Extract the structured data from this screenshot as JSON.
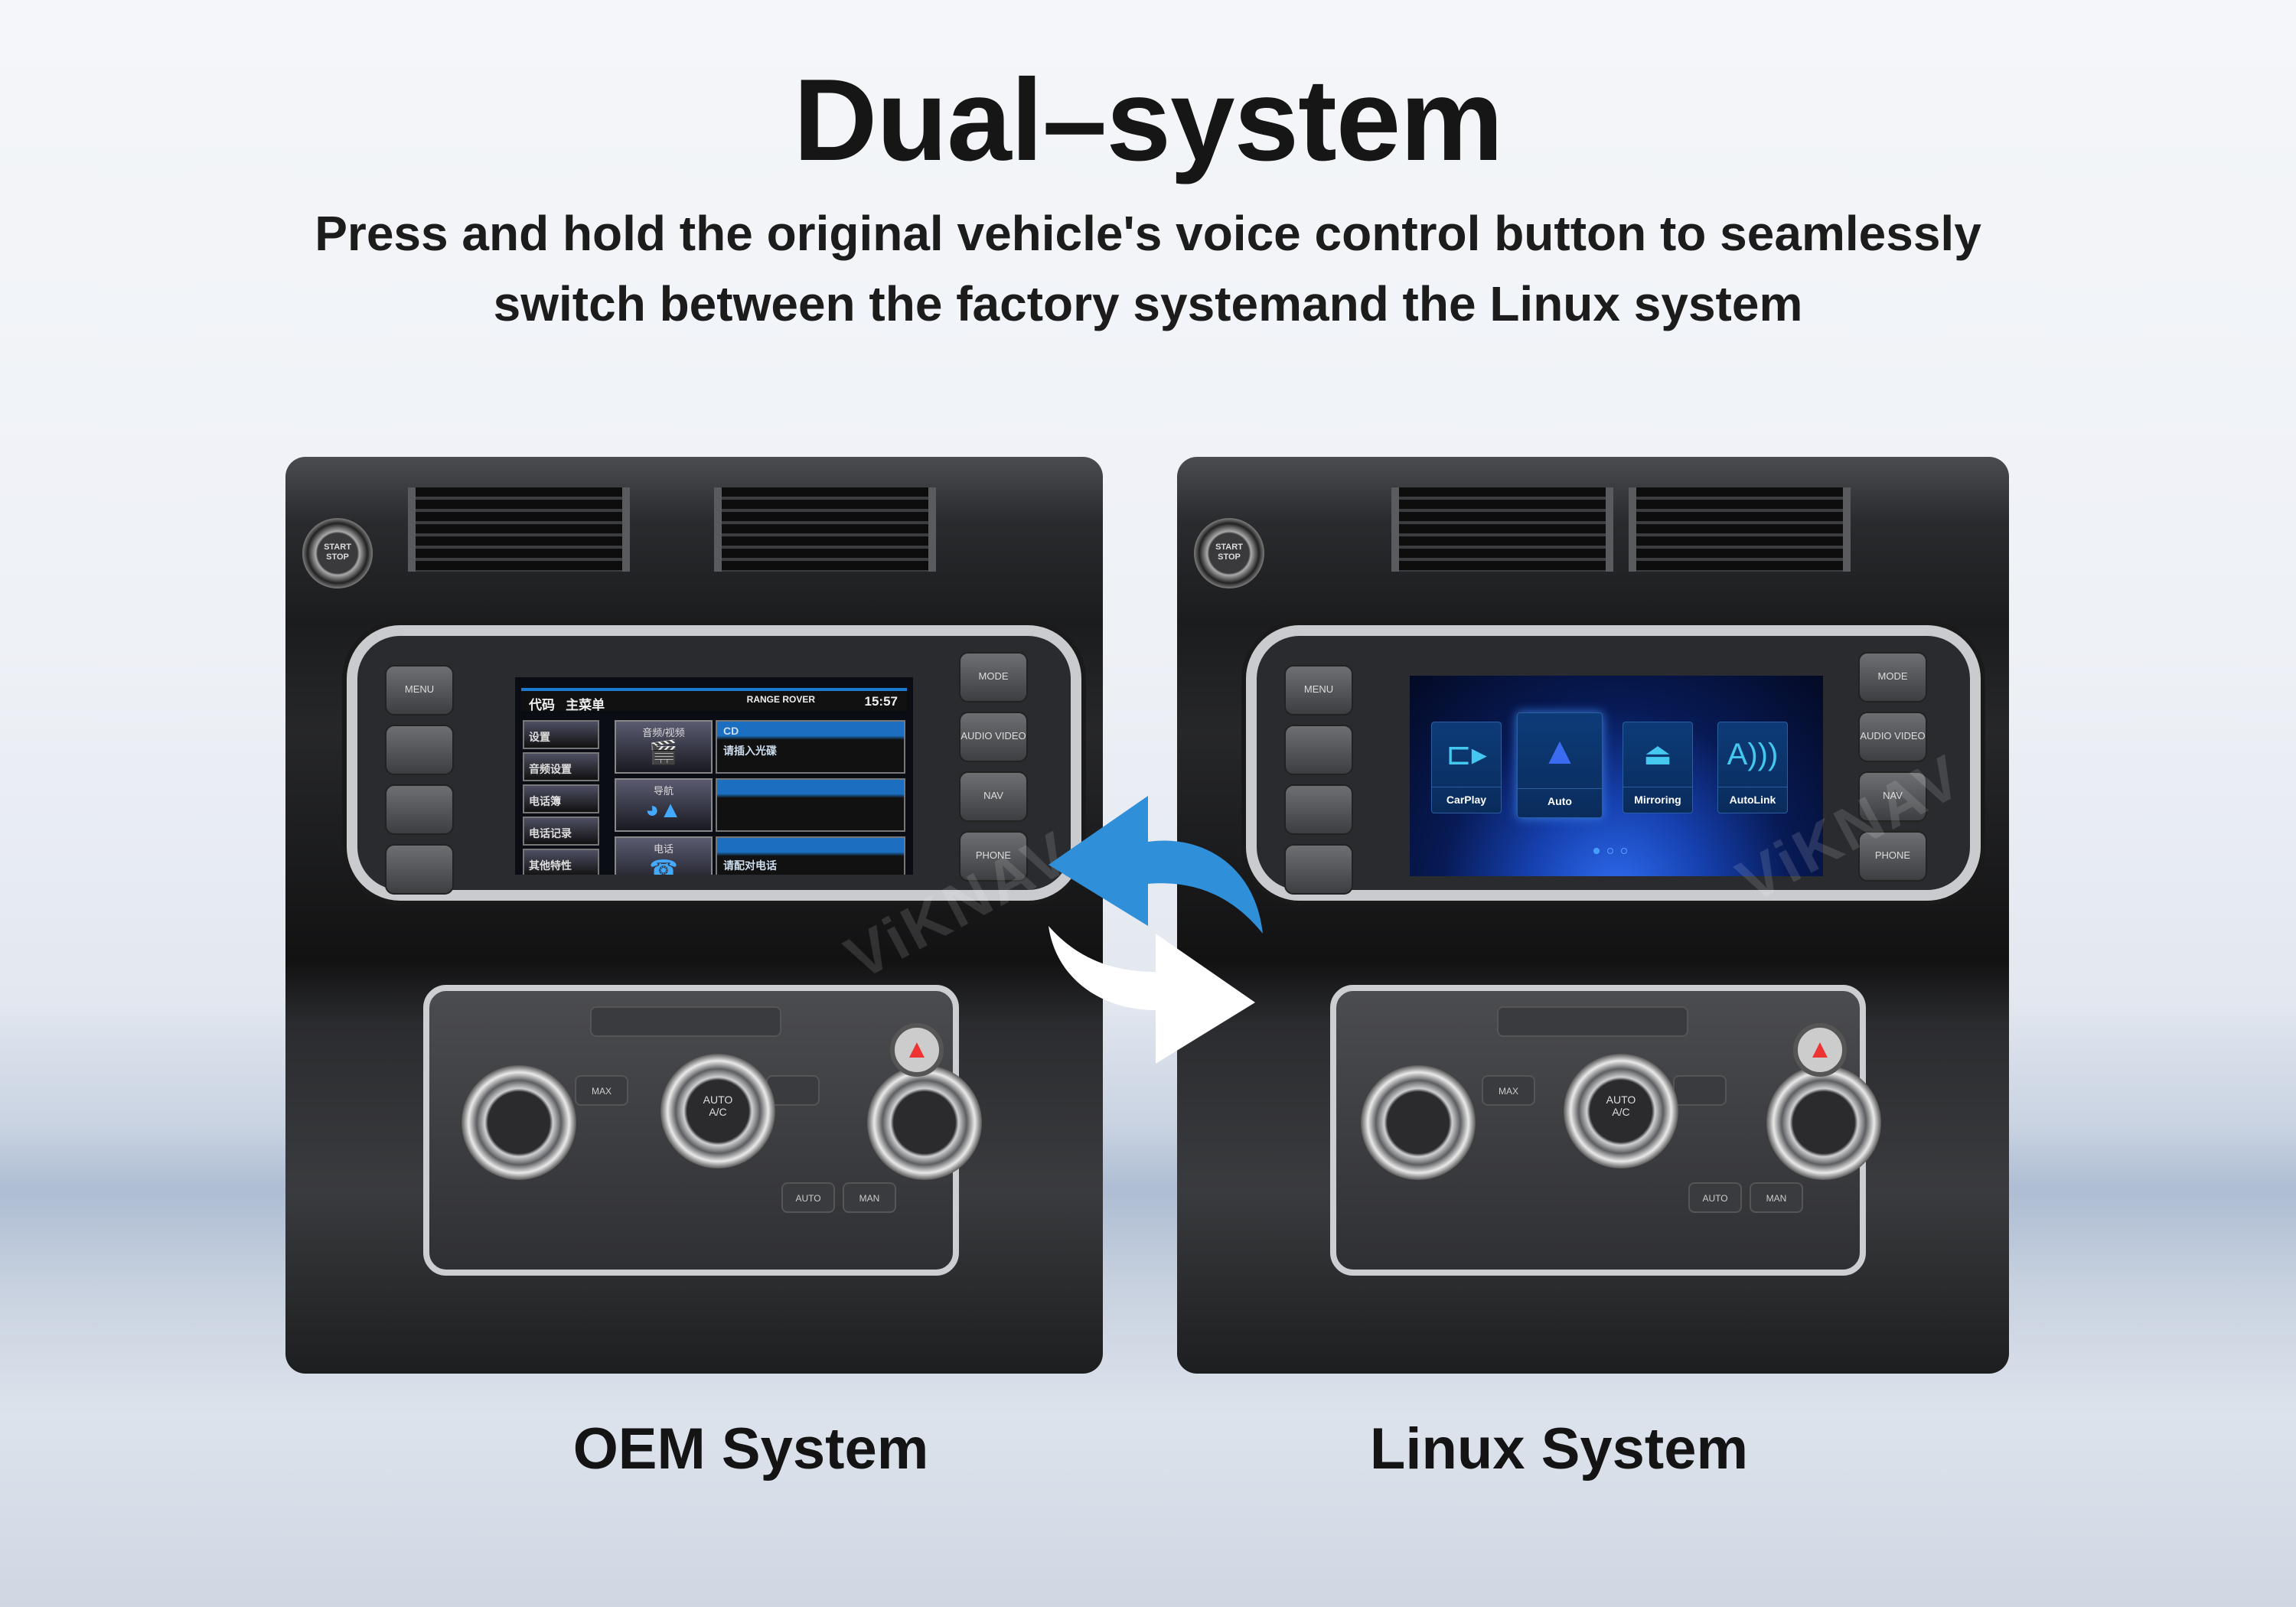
{
  "header": {
    "title": "Dual–system",
    "subtitle_line1": "Press and hold the original vehicle's voice control button to seamlessly",
    "subtitle_line2": "switch between the factory systemand the Linux system"
  },
  "panels": [
    {
      "caption": "OEM System",
      "watermark": "ViKNAV"
    },
    {
      "caption": "Linux System",
      "watermark": "ViKNAV"
    }
  ],
  "car_buttons": {
    "start": "START STOP",
    "menu": "MENU",
    "mode": "MODE",
    "audio": "AUDIO VIDEO",
    "nav": "NAV",
    "phone": "PHONE",
    "auto": "AUTO",
    "ac": "A/C",
    "max": "MAX",
    "auto2": "AUTO",
    "man": "MAN"
  },
  "oem_screen": {
    "tab": "代码",
    "title": "主菜单",
    "brand": "RANGE ROVER",
    "clock": "15:57",
    "left_menu": [
      "设置",
      "音频设置",
      "电话簿",
      "电话记录",
      "其他特性"
    ],
    "tiles": [
      "音频/视频",
      "导航",
      "电话"
    ],
    "rows": [
      {
        "line1": "CD",
        "line2": "请插入光碟"
      },
      {
        "line1": "",
        "line2": ""
      },
      {
        "line1": "",
        "line2": "请配对电话"
      }
    ]
  },
  "linux_screen": {
    "apps": [
      {
        "label": "CarPlay",
        "icon": "carplay-icon"
      },
      {
        "label": "Auto",
        "icon": "android-auto-icon"
      },
      {
        "label": "Mirroring",
        "icon": "airplay-icon"
      },
      {
        "label": "AutoLink",
        "icon": "autolink-icon"
      }
    ],
    "page": 1,
    "pages": 3
  },
  "colors": {
    "switch_arrow_blue": "#2f8fd8",
    "switch_arrow_white": "#ffffff",
    "linux_bg": "#0a2c5c"
  }
}
